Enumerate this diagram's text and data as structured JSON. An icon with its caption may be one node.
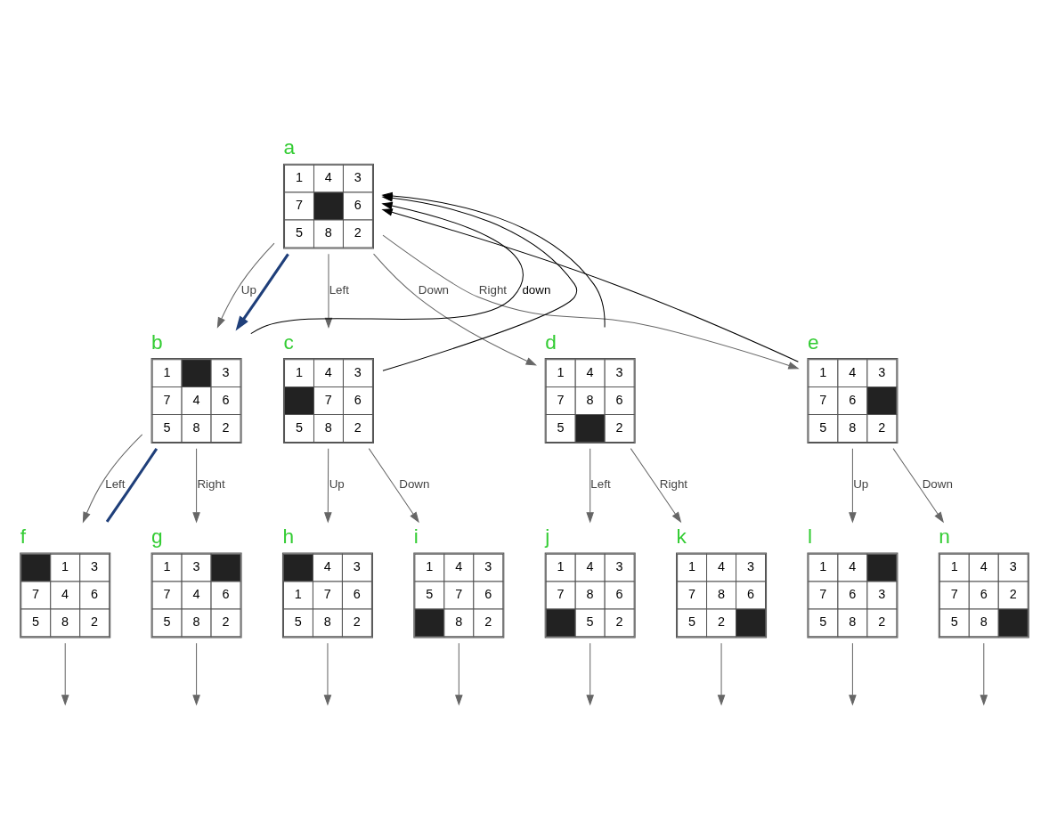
{
  "diagram": {
    "nodes": [
      {
        "text": [
          "1",
          "4",
          "3",
          "7",
          "6",
          "5",
          "8",
          "2"
        ],
        "beside": [
          "a"
        ]
      },
      {
        "text": [
          "1",
          "3",
          "7",
          "4",
          "6",
          "5",
          "8",
          "2"
        ],
        "beside": [
          "b"
        ]
      },
      {
        "text": [
          "1",
          "4",
          "3",
          "7",
          "6",
          "5",
          "8",
          "2"
        ],
        "beside": [
          "c"
        ]
      },
      {
        "text": [
          "1",
          "4",
          "3",
          "7",
          "8",
          "6",
          "5",
          "2"
        ],
        "beside": [
          "d"
        ]
      },
      {
        "text": [
          "1",
          "4",
          "3",
          "7",
          "6",
          "5",
          "8",
          "2"
        ],
        "beside": [
          "e"
        ]
      },
      {
        "text": [
          "1",
          "3",
          "7",
          "4",
          "6",
          "5",
          "8",
          "2"
        ],
        "beside": [
          "f"
        ]
      },
      {
        "text": [
          "1",
          "3",
          "7",
          "4",
          "6",
          "5",
          "8",
          "2"
        ],
        "beside": [
          "g"
        ]
      },
      {
        "text": [
          "4",
          "3",
          "1",
          "7",
          "6",
          "5",
          "8",
          "2"
        ],
        "beside": [
          "h"
        ]
      },
      {
        "text": [
          "1",
          "4",
          "3",
          "5",
          "7",
          "6",
          "8",
          "2"
        ],
        "beside": [
          "i"
        ]
      },
      {
        "text": [
          "1",
          "4",
          "3",
          "7",
          "8",
          "6",
          "5",
          "2"
        ],
        "beside": [
          "j"
        ]
      },
      {
        "text": [
          "1",
          "4",
          "3",
          "7",
          "8",
          "6",
          "5",
          "2"
        ],
        "beside": [
          "k"
        ]
      },
      {
        "text": [
          "1",
          "4",
          "7",
          "6",
          "3",
          "5",
          "8",
          "2"
        ],
        "beside": [
          "l"
        ]
      },
      {
        "text": [
          "1",
          "4",
          "3",
          "7",
          "6",
          "2",
          "5",
          "8"
        ],
        "beside": [
          "n"
        ]
      }
    ],
    "edges": [
      {
        "from": 0,
        "to": 1,
        "arrow": "to",
        "label": "Up"
      },
      {
        "from": 0,
        "to": 2,
        "arrow": "to",
        "label": "Left"
      },
      {
        "from": 0,
        "to": 3,
        "arrow": "to",
        "label": "Down"
      },
      {
        "from": 0,
        "to": 4,
        "arrow": "to",
        "label": "Right"
      },
      {
        "from": 1,
        "to": 5,
        "arrow": "to",
        "label": "Left"
      },
      {
        "from": 1,
        "to": 6,
        "arrow": "to",
        "label": "Right"
      },
      {
        "from": 2,
        "to": 7,
        "arrow": "to",
        "label": "Up"
      },
      {
        "from": 2,
        "to": 8,
        "arrow": "to",
        "label": "Down"
      },
      {
        "from": 3,
        "to": 9,
        "arrow": "to",
        "label": "Left"
      },
      {
        "from": 3,
        "to": 10,
        "arrow": "to",
        "label": "Right"
      },
      {
        "from": 4,
        "to": 11,
        "arrow": "to",
        "label": "Up"
      },
      {
        "from": 4,
        "to": 12,
        "arrow": "to",
        "label": "Down"
      },
      {
        "from": 5,
        "to": null,
        "arrow": "to"
      },
      {
        "from": 6,
        "to": null,
        "arrow": "to"
      },
      {
        "from": 7,
        "to": null,
        "arrow": "to"
      },
      {
        "from": 8,
        "to": null,
        "arrow": "to"
      },
      {
        "from": 9,
        "to": null,
        "arrow": "to"
      },
      {
        "from": 10,
        "to": null,
        "arrow": "to"
      },
      {
        "from": 11,
        "to": null,
        "arrow": "to"
      },
      {
        "from": 12,
        "to": null,
        "arrow": "to"
      },
      {
        "from": 1,
        "to": 0,
        "arrow": "to",
        "label": "down",
        "color": "#000000"
      },
      {
        "from": 2,
        "to": 0,
        "arrow": "to",
        "color": "#000000"
      },
      {
        "from": 3,
        "to": 0,
        "arrow": "to",
        "color": "#000000"
      },
      {
        "from": 4,
        "to": 0,
        "arrow": "to",
        "color": "#000000"
      },
      {
        "from": 0,
        "to": 1,
        "arrow": "to",
        "style": "thick",
        "color": "#1f3f7a"
      },
      {
        "from": 1,
        "to": 5,
        "arrow": "none",
        "style": "thick",
        "color": "#1f3f7a"
      }
    ]
  }
}
